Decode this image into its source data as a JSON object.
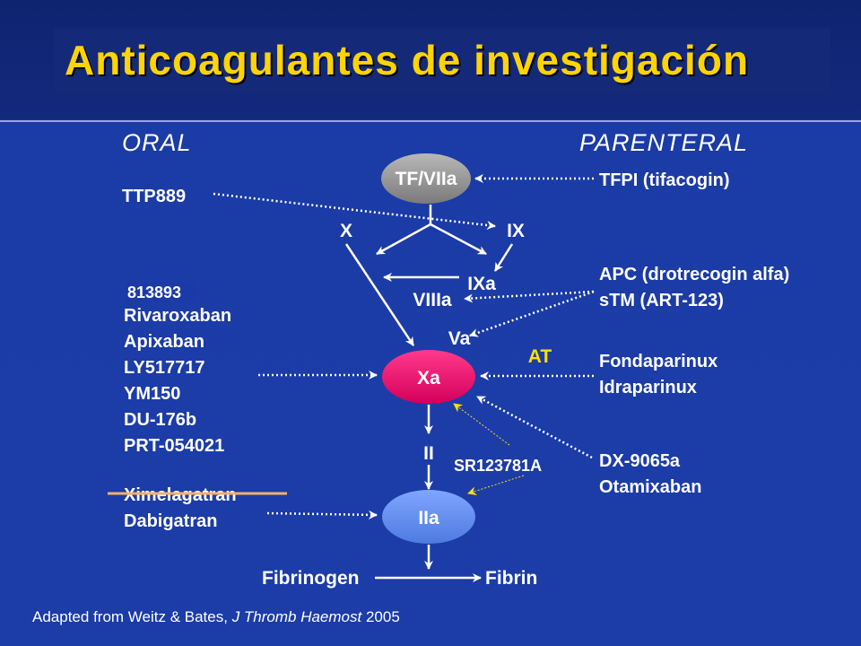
{
  "slide": {
    "title": "Anticoagulantes de investigación",
    "colors": {
      "background": "#1c3ca8",
      "title": "#ffd400",
      "accent_line": "#f5b06a"
    }
  },
  "headers": {
    "oral": "ORAL",
    "parenteral": "PARENTERAL"
  },
  "nodes": {
    "tf_viia": "TF/VIIa",
    "x": "X",
    "ix": "IX",
    "ixa": "IXa",
    "viiia": "VIIIa",
    "va": "Va",
    "xa": "Xa",
    "at": "AT",
    "ii": "II",
    "iia": "IIa",
    "fibrinogen": "Fibrinogen",
    "fibrin": "Fibrin"
  },
  "oral": {
    "ttp": "TTP889",
    "code_813893": "813893",
    "xa_inhibitors": [
      "Rivaroxaban",
      "Apixaban",
      "LY517717",
      "YM150",
      "DU-176b",
      "PRT-054021"
    ],
    "ximelagatran": "Ximelagatran",
    "dabigatran": "Dabigatran"
  },
  "parenteral": {
    "tfpi": "TFPI (tifacogin)",
    "apc": "APC (drotrecogin alfa)",
    "stm": "sTM (ART-123)",
    "fondaparinux": "Fondaparinux",
    "idraparinux": "Idraparinux",
    "dx": "DX-9065a",
    "otamixaban": "Otamixaban"
  },
  "sr_label": "SR123781A",
  "credit": {
    "prefix": "Adapted from Weitz & Bates, ",
    "journal": "J Thromb Haemost",
    "year": " 2005"
  }
}
